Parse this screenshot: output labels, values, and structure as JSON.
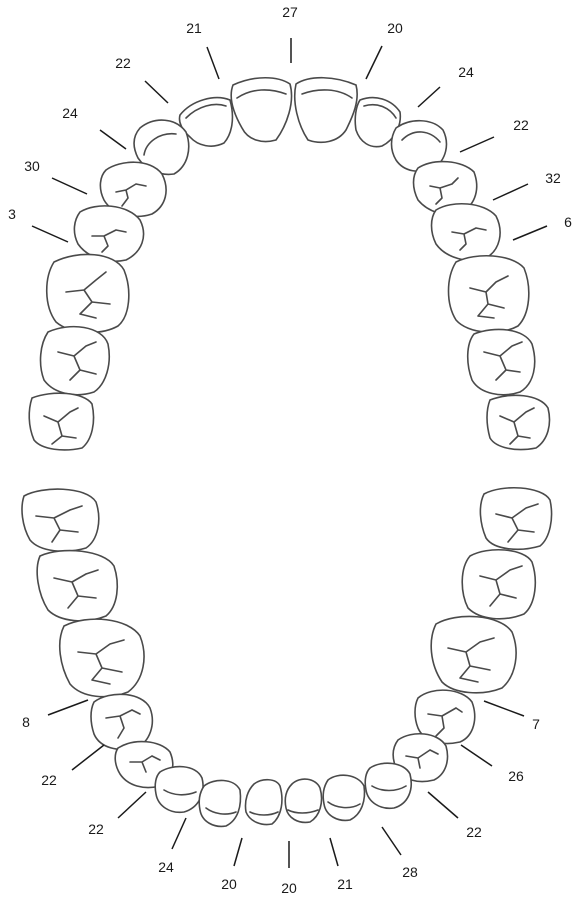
{
  "upper_arch": {
    "labels": [
      {
        "id": "u-left-1",
        "text": "21"
      },
      {
        "id": "u-mid",
        "text": "27"
      },
      {
        "id": "u-right-1",
        "text": "20"
      },
      {
        "id": "u-left-2",
        "text": "22"
      },
      {
        "id": "u-right-2",
        "text": "24"
      },
      {
        "id": "u-left-3",
        "text": "24"
      },
      {
        "id": "u-right-3",
        "text": "22"
      },
      {
        "id": "u-left-4",
        "text": "30"
      },
      {
        "id": "u-right-4",
        "text": "32"
      },
      {
        "id": "u-left-5",
        "text": "3"
      },
      {
        "id": "u-right-5",
        "text": "6"
      }
    ]
  },
  "lower_arch": {
    "labels": [
      {
        "id": "l-left-1",
        "text": "8"
      },
      {
        "id": "l-right-1",
        "text": "7"
      },
      {
        "id": "l-left-2",
        "text": "22"
      },
      {
        "id": "l-right-2",
        "text": "26"
      },
      {
        "id": "l-left-3",
        "text": "22"
      },
      {
        "id": "l-right-3",
        "text": "22"
      },
      {
        "id": "l-left-4",
        "text": "24"
      },
      {
        "id": "l-right-4",
        "text": "28"
      },
      {
        "id": "l-left-5",
        "text": "20"
      },
      {
        "id": "l-mid",
        "text": "20"
      },
      {
        "id": "l-right-5",
        "text": "21"
      }
    ]
  }
}
